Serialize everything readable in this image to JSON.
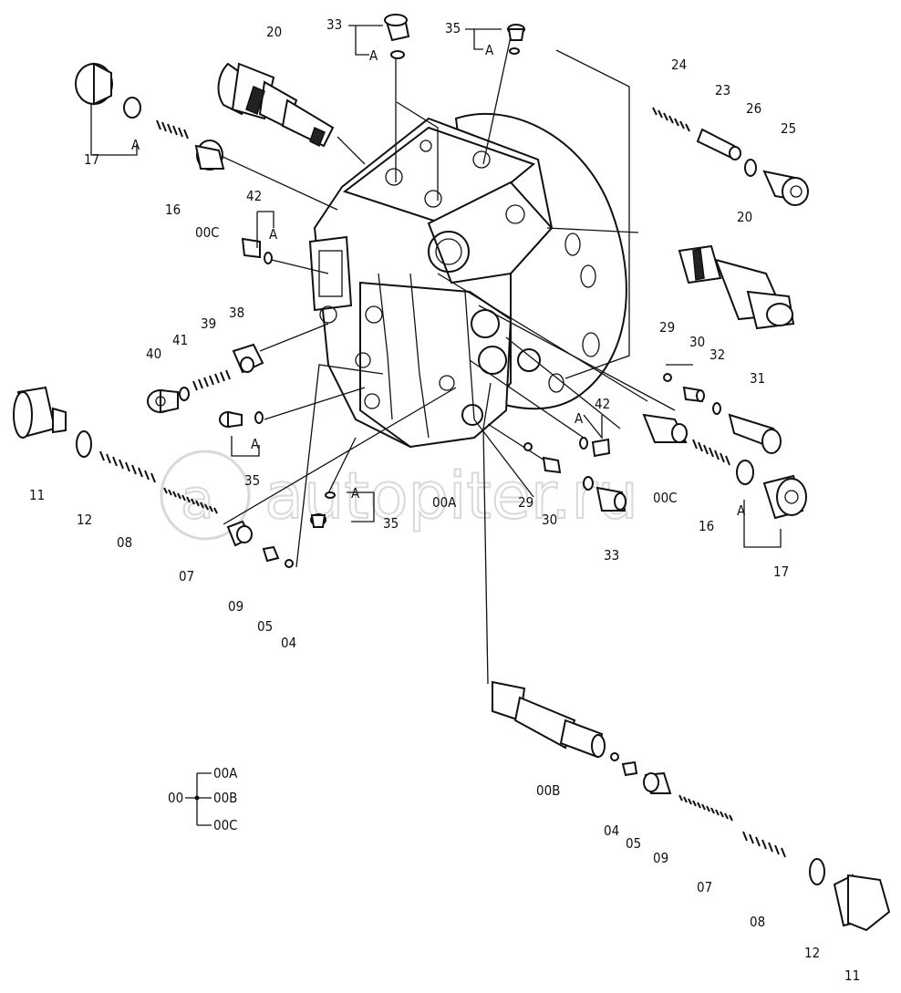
{
  "watermark": "autopiter.ru",
  "labels": {
    "l20a": "20",
    "l33a": "33",
    "l33aA": "A",
    "l35a": "35",
    "l35aA": "A",
    "l24": "24",
    "l23": "23",
    "l26": "26",
    "l25": "25",
    "l17a": "17",
    "l17aA": "A",
    "l16a": "16",
    "l00Ca": "00C",
    "l42a": "42",
    "l42aA": "A",
    "l20b": "20",
    "l40": "40",
    "l41": "41",
    "l39": "39",
    "l38": "38",
    "l29a": "29",
    "l30a": "30",
    "l32": "32",
    "l31": "31",
    "l11a": "11",
    "l12a": "12",
    "l08a": "08",
    "l07a": "07",
    "l09a": "09",
    "l05a": "05",
    "l04a": "04",
    "l35b": "35",
    "l35bA": "A",
    "l35c": "35",
    "l35cA": "A",
    "l42b": "42",
    "l42bA": "A",
    "l00A": "00A",
    "l29b": "29",
    "l30b": "30",
    "l33b": "33",
    "l00Cb": "00C",
    "l16b": "16",
    "l17b": "17",
    "l17bA": "A",
    "l00B": "00B",
    "l04b": "04",
    "l05b": "05",
    "l09b": "09",
    "l07b": "07",
    "l08b": "08",
    "l12b": "12",
    "l11b": "11"
  },
  "legend": {
    "root": "00",
    "items": [
      "00A",
      "00B",
      "00C"
    ]
  }
}
